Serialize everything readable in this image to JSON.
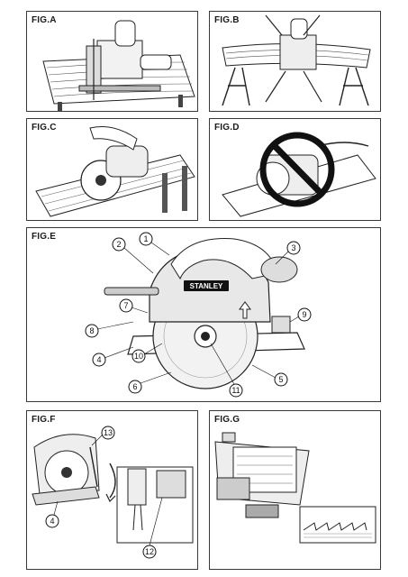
{
  "figures": {
    "a": {
      "label": "FIG.A"
    },
    "b": {
      "label": "FIG.B"
    },
    "c": {
      "label": "FIG.C"
    },
    "d": {
      "label": "FIG.D"
    },
    "e": {
      "label": "FIG.E",
      "brand": "STANLEY",
      "callouts": [
        "1",
        "2",
        "3",
        "4",
        "5",
        "6",
        "7",
        "8",
        "9",
        "10",
        "11"
      ]
    },
    "f": {
      "label": "FIG.F",
      "callouts": [
        "13",
        "4",
        "12"
      ]
    },
    "g": {
      "label": "FIG.G"
    }
  }
}
